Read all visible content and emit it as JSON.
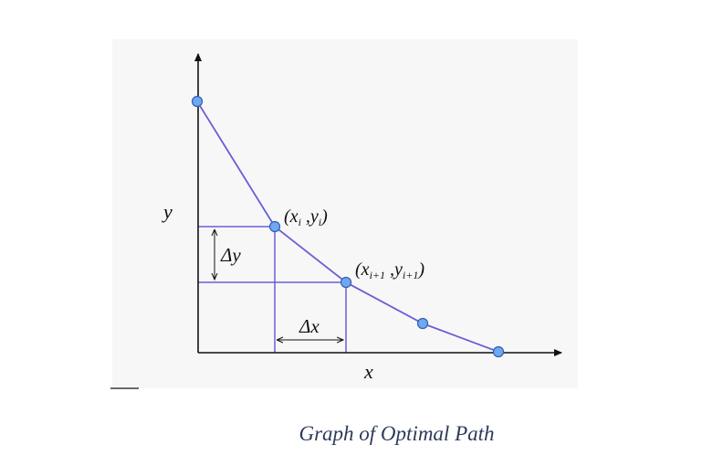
{
  "diagram": {
    "axis_x_label": "x",
    "axis_y_label": "y",
    "point_i_label": {
      "open": "(",
      "x": "x",
      "x_sub": "i",
      "sep": " ,",
      "y": "y",
      "y_sub": "i",
      "close": ")"
    },
    "point_i1_label": {
      "open": "(",
      "x": "x",
      "x_sub": "i+1",
      "sep": " ,",
      "y": "y",
      "y_sub": "i+1",
      "close": ")"
    },
    "delta_y_label": "Δy",
    "delta_x_label": "Δx",
    "colors": {
      "path_line": "#6b5fd6",
      "point_fill": "#6fa8f0",
      "point_stroke": "#2f5fb0",
      "axis": "#111111"
    }
  },
  "caption": "Graph of Optimal Path"
}
